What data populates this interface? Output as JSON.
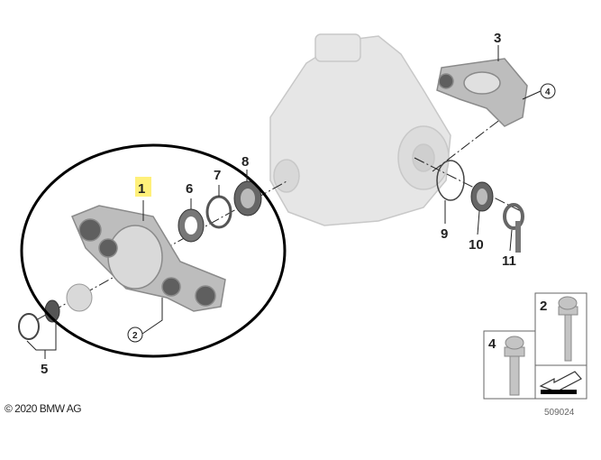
{
  "diagram": {
    "callouts": [
      {
        "id": "1",
        "label": "1",
        "highlighted": true
      },
      {
        "id": "2",
        "label": "2",
        "circled": true
      },
      {
        "id": "3",
        "label": "3"
      },
      {
        "id": "4",
        "label": "4",
        "circled": true
      },
      {
        "id": "5",
        "label": "5"
      },
      {
        "id": "6",
        "label": "6"
      },
      {
        "id": "7",
        "label": "7"
      },
      {
        "id": "8",
        "label": "8"
      },
      {
        "id": "9",
        "label": "9"
      },
      {
        "id": "10",
        "label": "10"
      },
      {
        "id": "11",
        "label": "11"
      }
    ],
    "inset": {
      "bolt_a_label": "4",
      "bolt_b_label": "2"
    },
    "highlight_color": "#fff07a",
    "ellipse_color": "#000000"
  },
  "footer": {
    "copyright": "© 2020 BMW AG",
    "image_number": "509024"
  }
}
